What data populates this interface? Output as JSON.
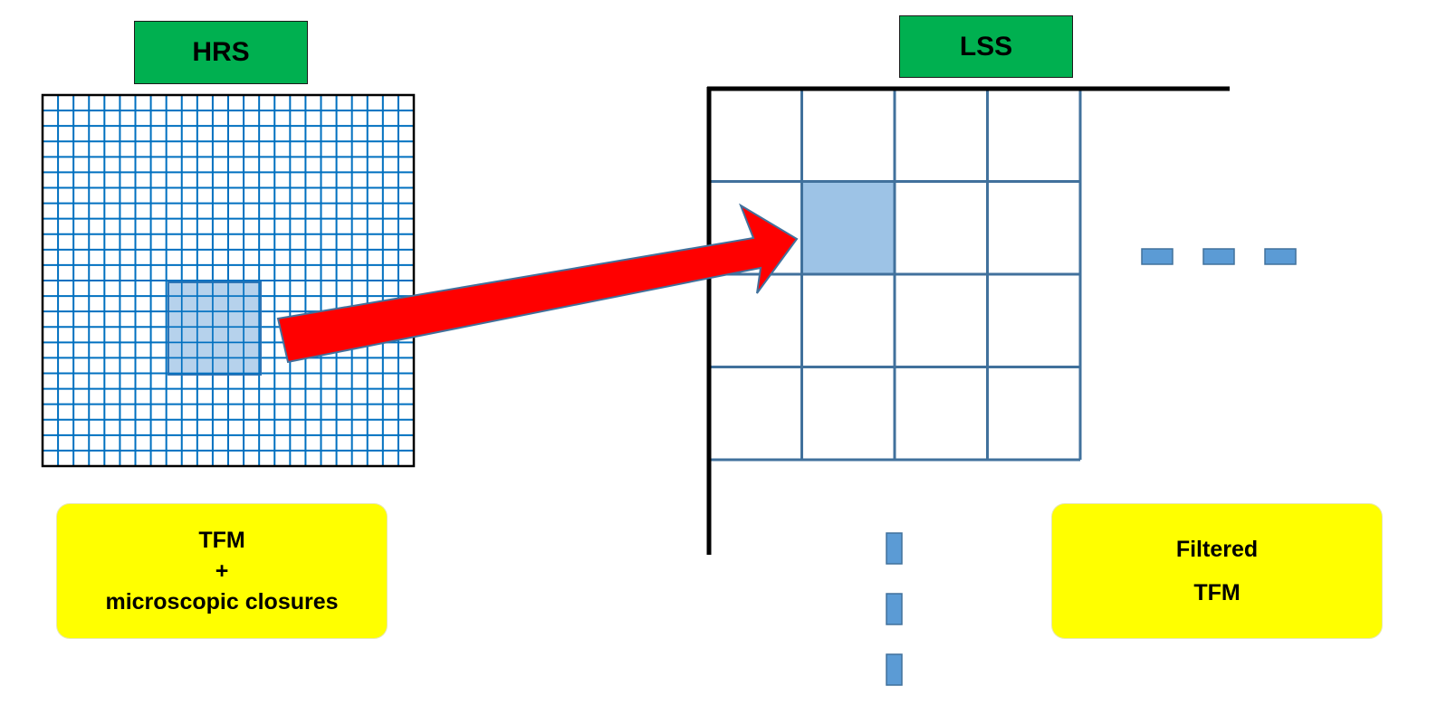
{
  "hrs": {
    "title": "HRS"
  },
  "lss": {
    "title": "LSS"
  },
  "hrs_caption": {
    "line1": "TFM",
    "line2": "+",
    "line3": "microscopic closures"
  },
  "lss_caption": {
    "line1": "Filtered",
    "line2": "TFM"
  },
  "colors": {
    "title_fill": "#00b050",
    "caption_fill": "#ffff00",
    "fine_grid": "#0070c0",
    "coarse_grid": "#41719c",
    "highlight": "#9dc3e6",
    "arrow": "#ff0000",
    "ellipsis": "#5b9bd5"
  },
  "grid": {
    "fine_cells_per_side": 24,
    "coarse_cells_per_side": 4
  }
}
